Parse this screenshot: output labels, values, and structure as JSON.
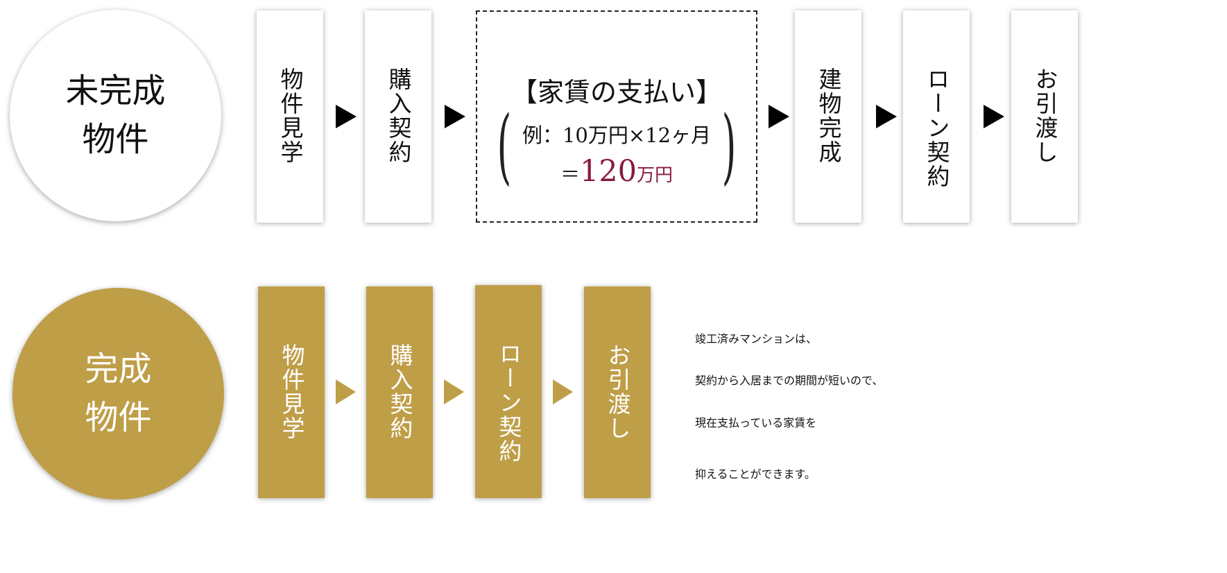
{
  "top_flow": {
    "label": "未完成\n物件",
    "steps": [
      {
        "label": "物件見学"
      },
      {
        "label": "購入契約"
      },
      {
        "label": "建物完成"
      },
      {
        "label": "ローン契約"
      },
      {
        "label": "お引渡し"
      }
    ],
    "rent_box": {
      "title": "【家賃の支払い】",
      "example": "例：10万円×12ヶ月",
      "equals": "＝",
      "amount": "120",
      "unit": "万円",
      "paren_left": "(",
      "paren_right": ")"
    }
  },
  "bottom_flow": {
    "label": "完成\n物件",
    "steps": [
      {
        "label": "物件見学"
      },
      {
        "label": "購入契約"
      },
      {
        "label": "ローン契約"
      },
      {
        "label": "お引渡し"
      }
    ]
  },
  "description": {
    "line1": "竣工済みマンションは、",
    "line2": "契約から入居までの期間が短いので、",
    "line3": "現在支払っている家賃を",
    "line4": "抑えることができます。"
  },
  "colors": {
    "gold": "#bf9e48",
    "accent_red": "#8a1a3e",
    "arrow_black": "#000000"
  }
}
